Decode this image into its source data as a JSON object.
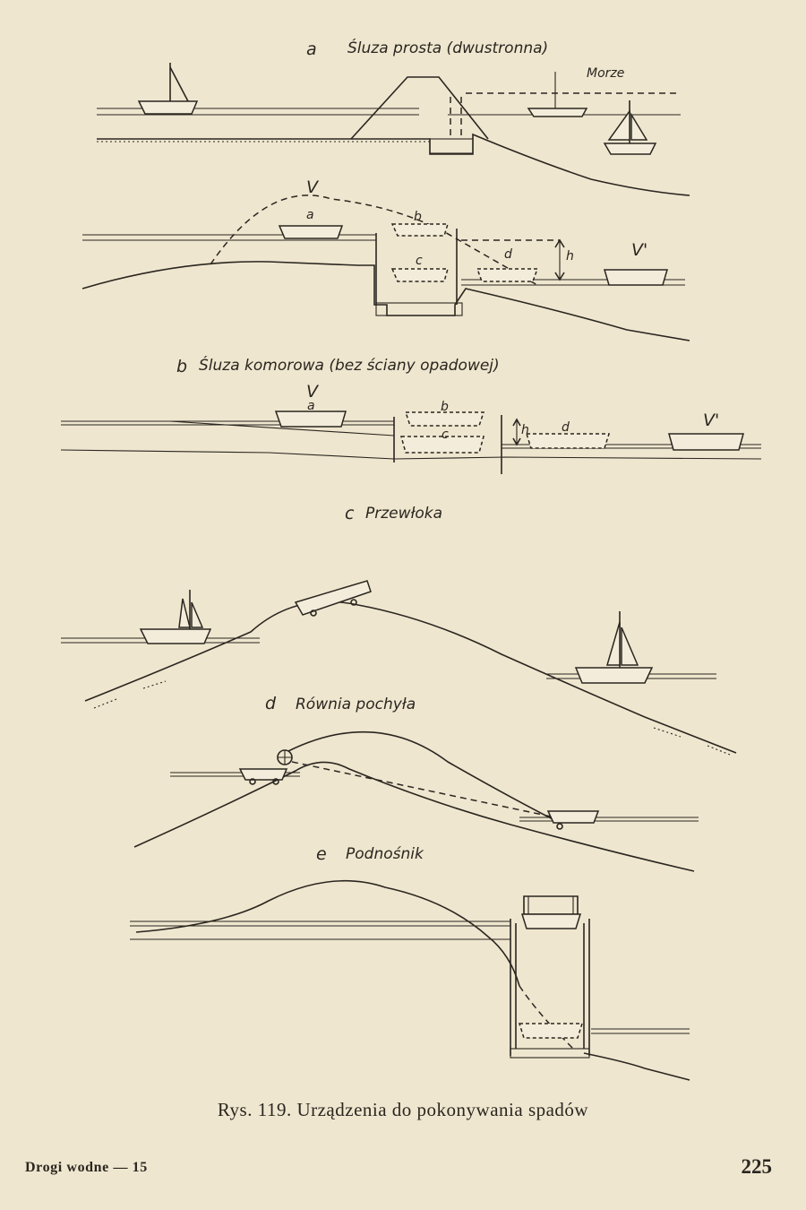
{
  "figure": {
    "panel_a": {
      "letter": "a",
      "title": "Śluza prosta (dwustronna)",
      "sea_label": "Morze"
    },
    "panel_a2": {
      "v": "V",
      "a": "a",
      "b": "b",
      "c": "c",
      "d": "d",
      "h": "h",
      "v_prime": "V'"
    },
    "panel_b": {
      "letter": "b",
      "title": "Śluza komorowa (bez ściany opadowej)",
      "v": "V",
      "a": "a",
      "b": "b",
      "c": "c",
      "d": "d",
      "h": "h",
      "v_prime": "V'"
    },
    "panel_c": {
      "letter": "c",
      "title": "Przewłoka"
    },
    "panel_d": {
      "letter": "d",
      "title": "Równia pochyła"
    },
    "panel_e": {
      "letter": "e",
      "title": "Podnośnik"
    }
  },
  "caption": "Rys. 119. Urządzenia do pokonywania spadów",
  "footer": {
    "left": "Drogi wodne — 15",
    "page_number": "225"
  }
}
